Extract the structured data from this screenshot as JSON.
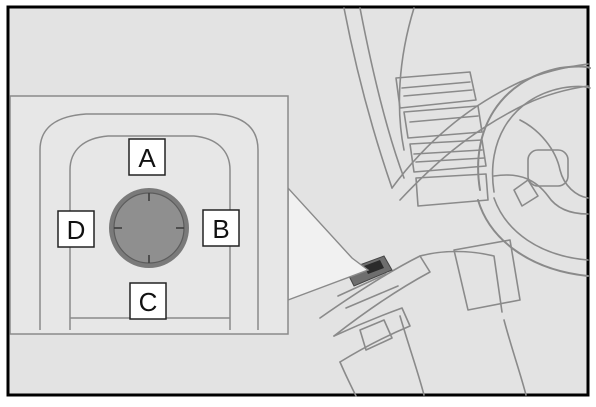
{
  "callouts": {
    "a": "A",
    "b": "B",
    "c": "C",
    "d": "D"
  },
  "colors": {
    "frame_bg": "#e3e3e3",
    "line": "#8a8a8a",
    "inset_bg": "#e7e7e7",
    "knob_fill": "#8f8f8f",
    "knob_ring": "#7a7a7a",
    "switch_dark": "#6e6e6e"
  },
  "icons": {
    "knob": "mirror-adjust-knob-icon"
  }
}
